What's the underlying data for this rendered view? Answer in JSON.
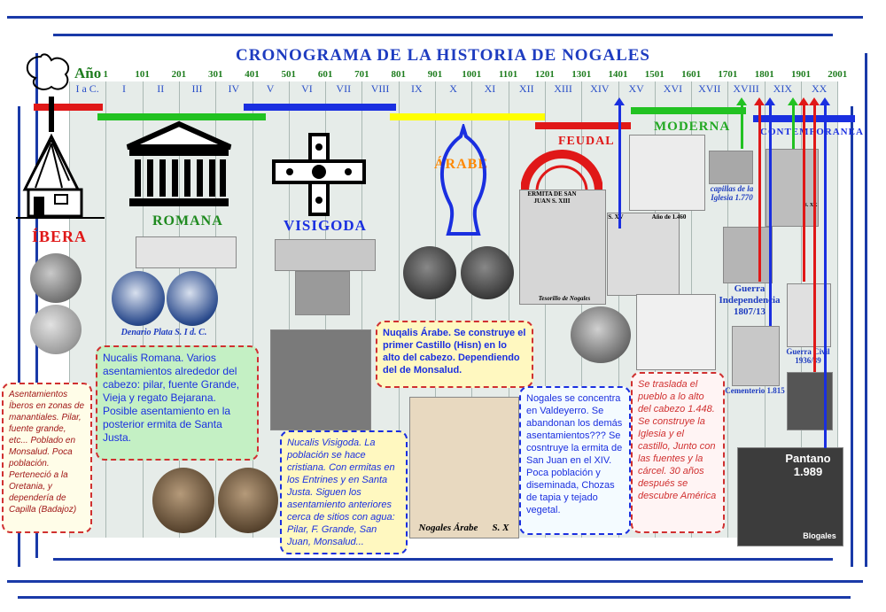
{
  "title": "CRONOGRAMA DE LA HISTORIA DE NOGALES",
  "year_label": "Año",
  "years": [
    "1",
    "101",
    "201",
    "301",
    "401",
    "501",
    "601",
    "701",
    "801",
    "901",
    "1001",
    "1101",
    "1201",
    "1301",
    "1401",
    "1501",
    "1601",
    "1701",
    "1801",
    "1901",
    "2001"
  ],
  "centuries": [
    "I a C.",
    "I",
    "II",
    "III",
    "IV",
    "V",
    "VI",
    "VII",
    "VIII",
    "IX",
    "X",
    "XI",
    "XII",
    "XIII",
    "XIV",
    "XV",
    "XVI",
    "XVII",
    "XVIII",
    "XIX",
    "XX"
  ],
  "eras": {
    "ibera": "ÍBERA",
    "romana": "ROMANA",
    "visigoda": "VISIGODA",
    "arabe": "ÁRABE",
    "feudal": "FEUDAL",
    "moderna": "MODERNA",
    "contemporanea": "CONTEMPORANEA"
  },
  "captions": {
    "denario": "Denario Plata S. I d. C.",
    "capillas": "capillas de la Iglesia 1.770",
    "guerra_indep": "Guerra Independencia 1807/13",
    "cementerio": "Cementerio 1.815",
    "guerra_civil": "Guerra Civil 1936/39",
    "pantano": "Pantano 1.989",
    "blogales": "Blogales",
    "nogales_arabe": "Nogales Árabe",
    "sx": "S. X",
    "ermita": "ERMITA DE SAN JUAN S. XIII",
    "tesorillo": "Tesorillo de Nogales",
    "ano1460": "Año de 1.460",
    "sxv": "S. XV",
    "sxx": "S. XX"
  },
  "boxes": {
    "ibera_text": "Asentamientos Íberos en zonas de manantiales. Pilar, fuente grande, etc... Poblado en Monsalud. Poca población. Perteneció a la Oretania, y dependería de Capilla (Badajoz)",
    "romana_text": "Nucalis Romana. Varios asentamientos alrededor del cabezo: pilar, fuente Grande, Vieja y regato Bejarana. Posible asentamiento en la posterior ermita de Santa Justa.",
    "visigoda_text": "Nucalis Visigoda. La población se hace cristiana. Con ermitas en los Entrines y en Santa Justa. Siguen los asentamiento anteriores cerca de sitios con agua: Pilar, F. Grande, San Juan, Monsalud...",
    "arabe_text": "Nuqalis Árabe. Se construye el primer Castillo (Hisn) en lo alto del cabezo. Dependiendo del de Monsalud.",
    "feudal_text": "Nogales se concentra en Valdeyerro. Se abandonan los demás asentamientos??? Se cosntruye la ermita de San Juan en el XIV. Poca población y diseminada, Chozas de tapia y tejado vegetal.",
    "moderna_text": "Se traslada el pueblo a lo alto del cabezo 1.448. Se construye la Iglesia y el castillo, Junto con las fuentes y la cárcel. 30 años después se descubre América"
  },
  "colors": {
    "frame": "#1a3aa8",
    "title": "#1e3cc0",
    "years": "#1f7d1f",
    "ibera_bar": "#e01818",
    "romana_bar": "#22c222",
    "visigoda_bar": "#1a2fe0",
    "arabe_bar": "#ffff00",
    "feudal_bar": "#e01818",
    "moderna_bar": "#22c222",
    "contemporanea_bar": "#1a2fe0"
  }
}
